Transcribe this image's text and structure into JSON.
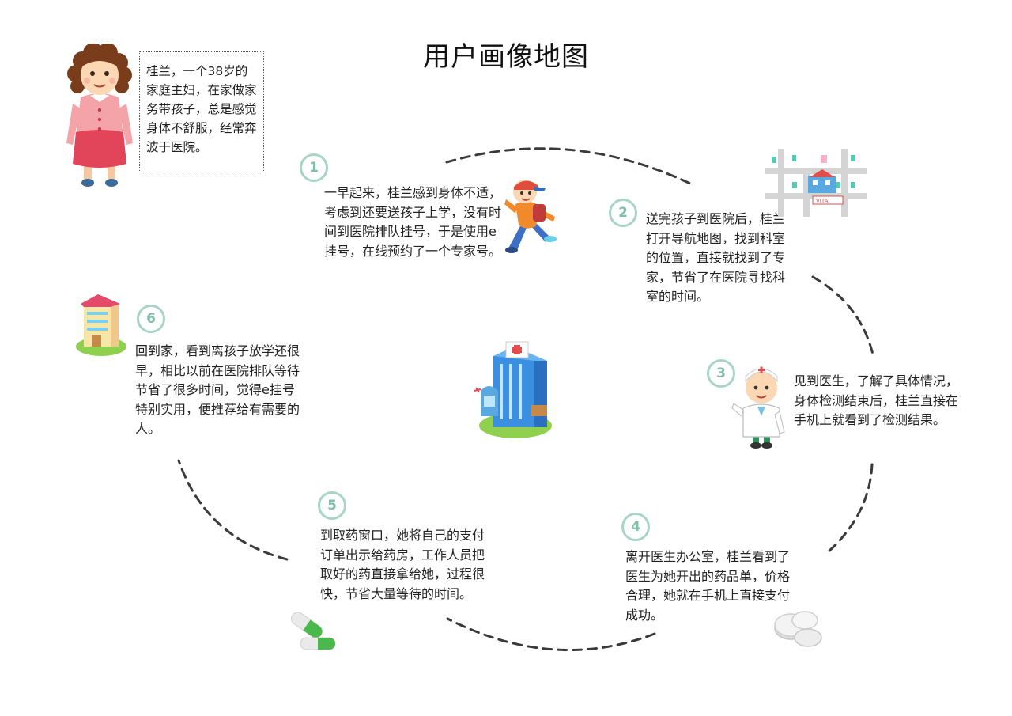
{
  "title": "用户画像地图",
  "persona": {
    "description": "桂兰，一个38岁的家庭主妇，在家做家务带孩子，总是感觉身体不舒服，经常奔波于医院。"
  },
  "steps": [
    {
      "num": "1",
      "text": "一早起来，桂兰感到身体不适，考虑到还要送孩子上学，没有时间到医院排队挂号，于是使用e挂号，在线预约了一个专家号。"
    },
    {
      "num": "2",
      "text": "送完孩子到医院后，桂兰打开导航地图，找到科室的位置，直接就找到了专家，节省了在医院寻找科室的时间。"
    },
    {
      "num": "3",
      "text": "见到医生，了解了具体情况，身体检测结束后，桂兰直接在手机上就看到了检测结果。"
    },
    {
      "num": "4",
      "text": "离开医生办公室，桂兰看到了医生为她开出的药品单，价格合理，她就在手机上直接支付成功。"
    },
    {
      "num": "5",
      "text": "到取药窗口，她将自己的支付订单出示给药房，工作人员把取好的药直接拿给她，过程很快，节省大量等待的时间。"
    },
    {
      "num": "6",
      "text": "回到家，看到离孩子放学还很早，相比以前在医院排队等待节省了很多时间，觉得e挂号特别实用，便推荐给有需要的人。"
    }
  ],
  "map_sign": "VITA",
  "icons": [
    "woman-illustration",
    "running-boy-illustration",
    "map-illustration",
    "doctor-illustration",
    "pills-illustration",
    "capsules-illustration",
    "home-building-illustration",
    "hospital-illustration"
  ],
  "colors": {
    "accent": "#a9d5c5",
    "accent_text": "#7fbfa8",
    "path": "#3a3a3a"
  }
}
